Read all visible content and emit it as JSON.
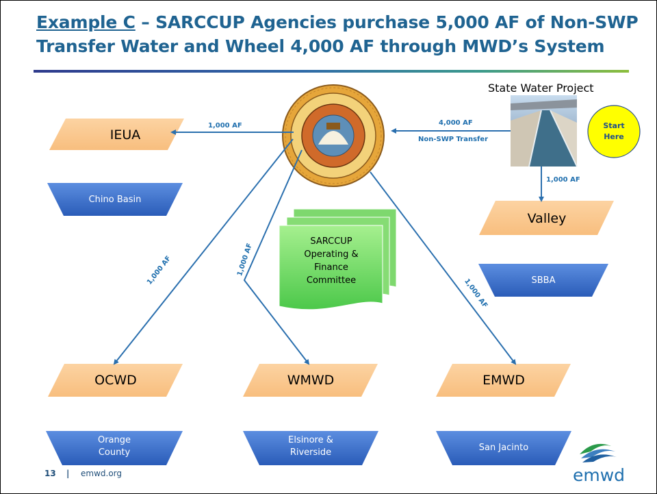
{
  "title": {
    "example_label": "Example C",
    "line1_rest": " – SARCCUP Agencies purchase 5,000 AF of Non-SWP",
    "line2": "Transfer Water and Wheel 4,000 AF through MWD’s System"
  },
  "source": {
    "label": "State Water Project",
    "start": [
      "Start",
      "Here"
    ]
  },
  "agencies": {
    "ieua": "IEUA",
    "valley": "Valley",
    "ocwd": "OCWD",
    "wmwd": "WMWD",
    "emwd": "EMWD"
  },
  "basins": {
    "chino": "Chino Basin",
    "sbba": "SBBA",
    "orange": [
      "Orange",
      "County"
    ],
    "elsinore": [
      "Elsinore &",
      "Riverside"
    ],
    "san_jacinto": "San Jacinto"
  },
  "committee": "SARCCUP Operating & Finance Committee",
  "flows": {
    "to_mwd_amount": "4,000 AF",
    "to_mwd_type": "Non-SWP Transfer",
    "to_ieua": "1,000 AF",
    "to_valley": "1,000 AF",
    "to_ocwd": "1,000 AF",
    "to_wmwd": "1,000 AF",
    "to_emwd": "1,000 AF"
  },
  "footer": {
    "page": "13",
    "separator": "|",
    "url": "emwd.org",
    "logo": "emwd"
  },
  "colors": {
    "title": "#1f6391",
    "agency_fill": "#fbc98f",
    "basin_fill": "#3a72d0",
    "arrow": "#2a6fae",
    "committee_fill": "#7ee07a",
    "start_fill": "#ffff00"
  },
  "icons": {
    "seal": "mwd-seal-icon",
    "aqueduct": "aqueduct-photo",
    "logo": "emwd-wave-logo-icon"
  }
}
